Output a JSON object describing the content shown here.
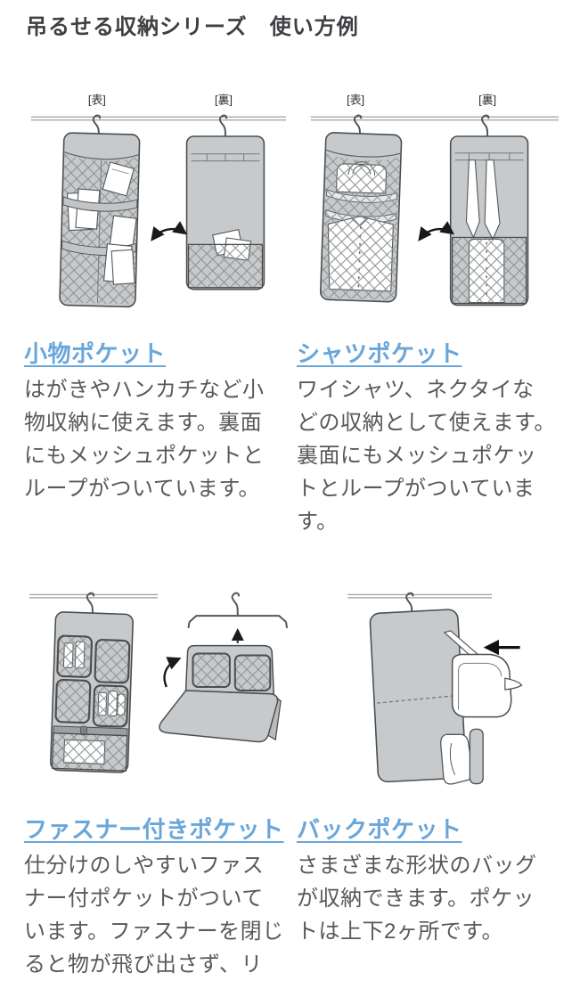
{
  "page": {
    "title": "吊るせる収納シリーズ　使い方例"
  },
  "labels": {
    "front": "[表]",
    "back": "[裏]"
  },
  "colors": {
    "link_blue": "#69a6da",
    "title_text": "#3f4043",
    "body_text": "#58595b",
    "illustration_gray": "#c7cacc",
    "illustration_outline": "#4d4d4d",
    "mesh_line": "#8e9294"
  },
  "sections": [
    {
      "heading": "小物ポケット",
      "lines": [
        "はがきやハンカチなど小",
        "物収納に使えます。裏面",
        "にもメッシュポケットと",
        "ループがついています。"
      ]
    },
    {
      "heading": "シャツポケット",
      "lines": [
        "ワイシャツ、ネクタイな",
        "どの収納として使えます。",
        "裏面にもメッシュポケッ",
        "トとループがついていま",
        "す。"
      ]
    },
    {
      "heading": "ファスナー付きポケット",
      "lines": [
        "仕分けのしやすいファス",
        "ナー付ポケットがついて",
        "います。ファスナーを閉じ",
        "ると物が飛び出さず、リ"
      ]
    },
    {
      "heading": "バックポケット",
      "lines": [
        "さまざまな形状のバッグ",
        "が収納できます。ポケッ",
        "トは上下2ヶ所です。"
      ]
    }
  ]
}
